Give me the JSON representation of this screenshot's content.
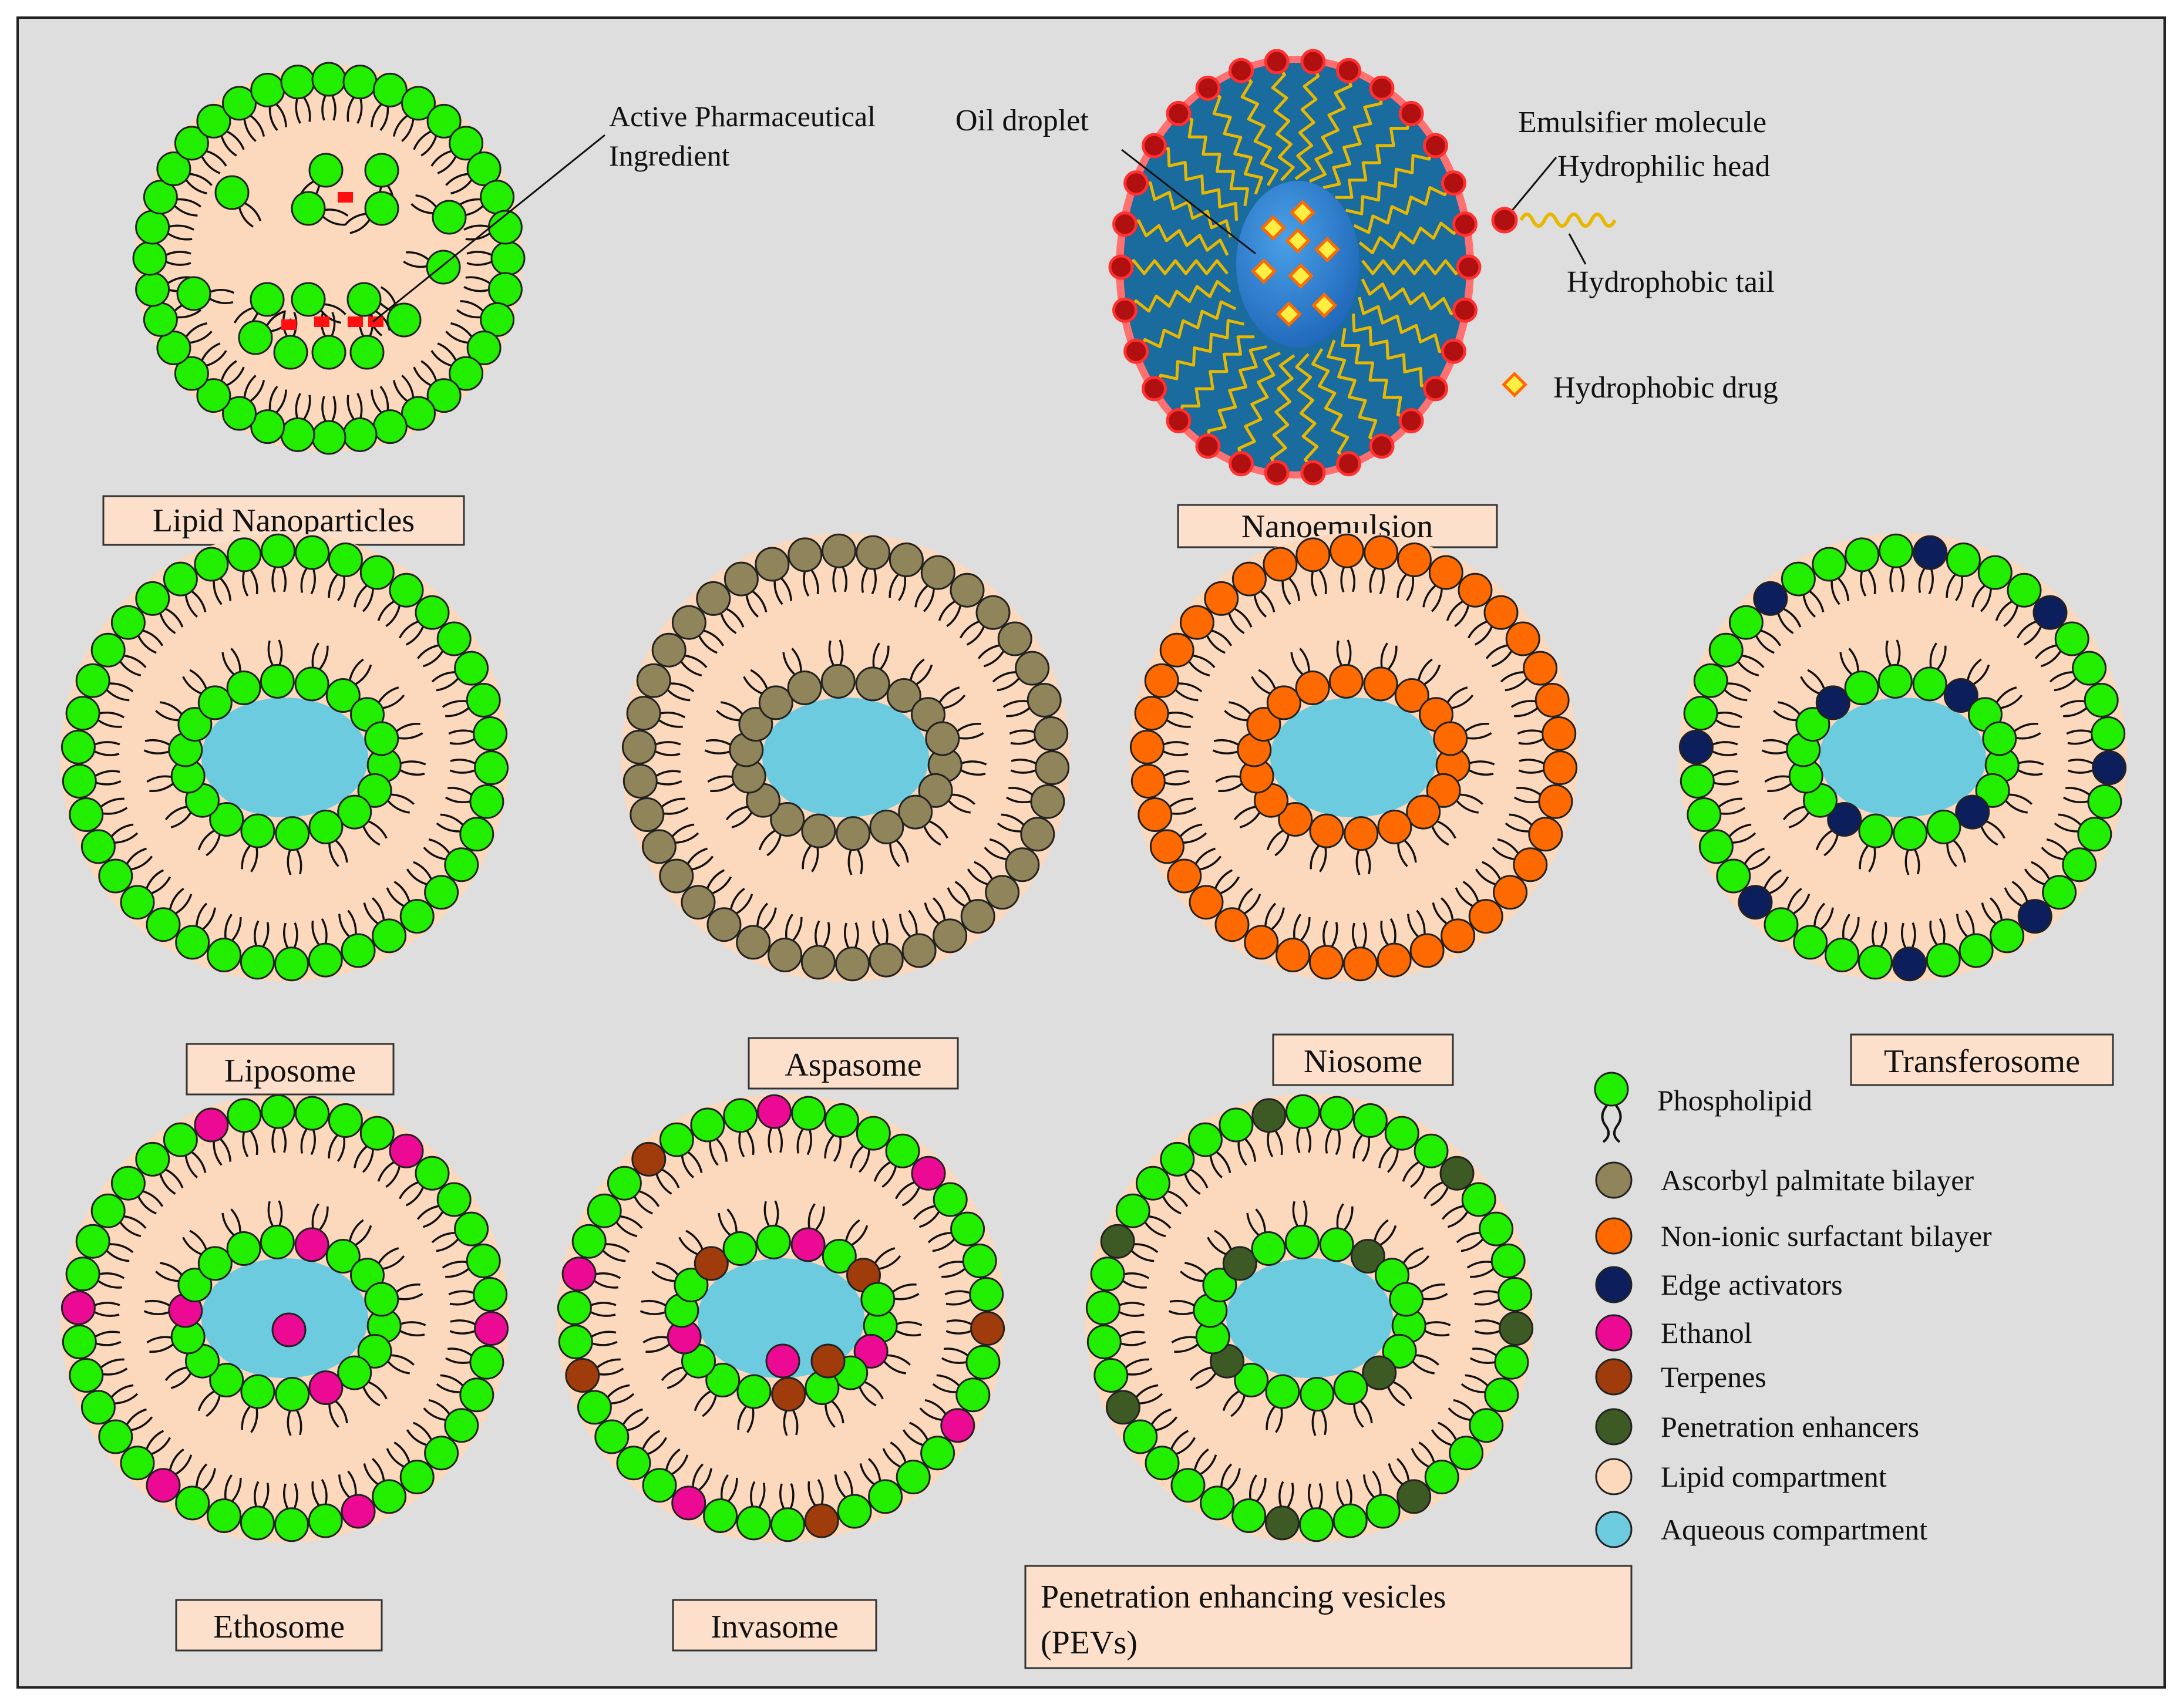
{
  "structures": {
    "lipid_nanoparticles": "Lipid Nanoparticles",
    "nanoemulsion": "Nanoemulsion",
    "liposome": "Liposome",
    "aspasome": "Aspasome",
    "niosome": "Niosome",
    "transferosome": "Transferosome",
    "ethosome": "Ethosome",
    "invasome": "Invasome",
    "pevs_line1": "Penetration  enhancing  vesicles",
    "pevs_line2": "(PEVs)"
  },
  "annotations": {
    "api_line1": "Active Pharmaceutical",
    "api_line2": "Ingredient",
    "oil_droplet": "Oil droplet",
    "emulsifier_molecule": "Emulsifier molecule",
    "hydrophilic_head": "Hydrophilic head",
    "hydrophobic_tail": "Hydrophobic tail",
    "hydrophobic_drug": "Hydrophobic drug"
  },
  "legend": {
    "items": [
      {
        "label": "Phospholipid",
        "color": "#22ee00",
        "icon": "phospholipid-icon"
      },
      {
        "label": "Ascorbyl palmitate bilayer",
        "color": "#8f845a",
        "icon": "ascorbyl-circle-icon"
      },
      {
        "label": "Non-ionic surfactant bilayer",
        "color": "#ff6a00",
        "icon": "surfactant-circle-icon"
      },
      {
        "label": "Edge activators",
        "color": "#0c1f5c",
        "icon": "edge-activator-circle-icon"
      },
      {
        "label": "Ethanol",
        "color": "#ec0a94",
        "icon": "ethanol-circle-icon"
      },
      {
        "label": "Terpenes",
        "color": "#a03c0c",
        "icon": "terpene-circle-icon"
      },
      {
        "label": "Penetration enhancers",
        "color": "#3e5a24",
        "icon": "penetration-enhancer-circle-icon"
      },
      {
        "label": "Lipid compartment",
        "color": "#fcd8bd",
        "icon": "lipid-compartment-circle-icon"
      },
      {
        "label": "Aqueous compartment",
        "color": "#6ccbdf",
        "icon": "aqueous-compartment-circle-icon"
      }
    ]
  },
  "colors": {
    "phospholipid": "#22ee00",
    "ascorbyl": "#8f845a",
    "surfactant": "#ff6a00",
    "edge_activator": "#0c1f5c",
    "ethanol": "#ec0a94",
    "terpene": "#a03c0c",
    "penetration_enhancer": "#3e5a24",
    "lipid_compartment": "#fcd8bd",
    "aqueous_compartment": "#6ccbdf",
    "label_box": "#fde0cc",
    "nanoemulsion_blue": "#1a6b9e",
    "emulsifier_head": "#b01010",
    "emulsifier_tail": "#e8b800",
    "drug_red": "#ff1010"
  }
}
